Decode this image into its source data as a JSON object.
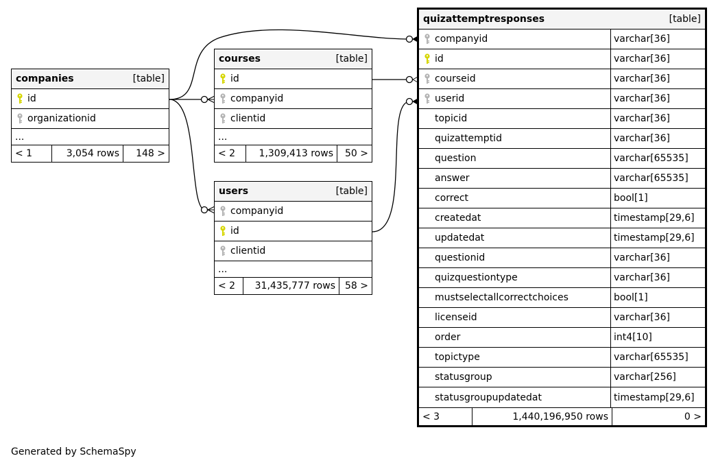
{
  "colors": {
    "primary_key": "#d6d600",
    "foreign_key": "#b4b4b4",
    "header_bg": "#f4f4f4"
  },
  "companies": {
    "name": "companies",
    "kind": "[table]",
    "columns": [
      {
        "name": "id",
        "key": "primary"
      },
      {
        "name": "organizationid",
        "key": "foreign"
      }
    ],
    "ellipsis": "...",
    "footer": {
      "parents": "< 1",
      "rows": "3,054 rows",
      "children": "148 >"
    }
  },
  "courses": {
    "name": "courses",
    "kind": "[table]",
    "columns": [
      {
        "name": "id",
        "key": "primary"
      },
      {
        "name": "companyid",
        "key": "foreign"
      },
      {
        "name": "clientid",
        "key": "foreign"
      }
    ],
    "ellipsis": "...",
    "footer": {
      "parents": "< 2",
      "rows": "1,309,413 rows",
      "children": "50 >"
    }
  },
  "users": {
    "name": "users",
    "kind": "[table]",
    "columns": [
      {
        "name": "companyid",
        "key": "foreign"
      },
      {
        "name": "id",
        "key": "primary"
      },
      {
        "name": "clientid",
        "key": "foreign"
      }
    ],
    "ellipsis": "...",
    "footer": {
      "parents": "< 2",
      "rows": "31,435,777 rows",
      "children": "58 >"
    }
  },
  "quizattemptresponses": {
    "name": "quizattemptresponses",
    "kind": "[table]",
    "columns": [
      {
        "name": "companyid",
        "type": "varchar[36]",
        "key": "foreign"
      },
      {
        "name": "id",
        "type": "varchar[36]",
        "key": "primary"
      },
      {
        "name": "courseid",
        "type": "varchar[36]",
        "key": "foreign"
      },
      {
        "name": "userid",
        "type": "varchar[36]",
        "key": "foreign"
      },
      {
        "name": "topicid",
        "type": "varchar[36]",
        "key": "none"
      },
      {
        "name": "quizattemptid",
        "type": "varchar[36]",
        "key": "none"
      },
      {
        "name": "question",
        "type": "varchar[65535]",
        "key": "none"
      },
      {
        "name": "answer",
        "type": "varchar[65535]",
        "key": "none"
      },
      {
        "name": "correct",
        "type": "bool[1]",
        "key": "none"
      },
      {
        "name": "createdat",
        "type": "timestamp[29,6]",
        "key": "none"
      },
      {
        "name": "updatedat",
        "type": "timestamp[29,6]",
        "key": "none"
      },
      {
        "name": "questionid",
        "type": "varchar[36]",
        "key": "none"
      },
      {
        "name": "quizquestiontype",
        "type": "varchar[36]",
        "key": "none"
      },
      {
        "name": "mustselectallcorrectchoices",
        "type": "bool[1]",
        "key": "none"
      },
      {
        "name": "licenseid",
        "type": "varchar[36]",
        "key": "none"
      },
      {
        "name": "order",
        "type": "int4[10]",
        "key": "none"
      },
      {
        "name": "topictype",
        "type": "varchar[65535]",
        "key": "none"
      },
      {
        "name": "statusgroup",
        "type": "varchar[256]",
        "key": "none"
      },
      {
        "name": "statusgroupupdatedat",
        "type": "timestamp[29,6]",
        "key": "none"
      }
    ],
    "footer": {
      "parents": "< 3",
      "rows": "1,440,196,950 rows",
      "children": "0 >"
    }
  },
  "caption": "Generated by SchemaSpy"
}
